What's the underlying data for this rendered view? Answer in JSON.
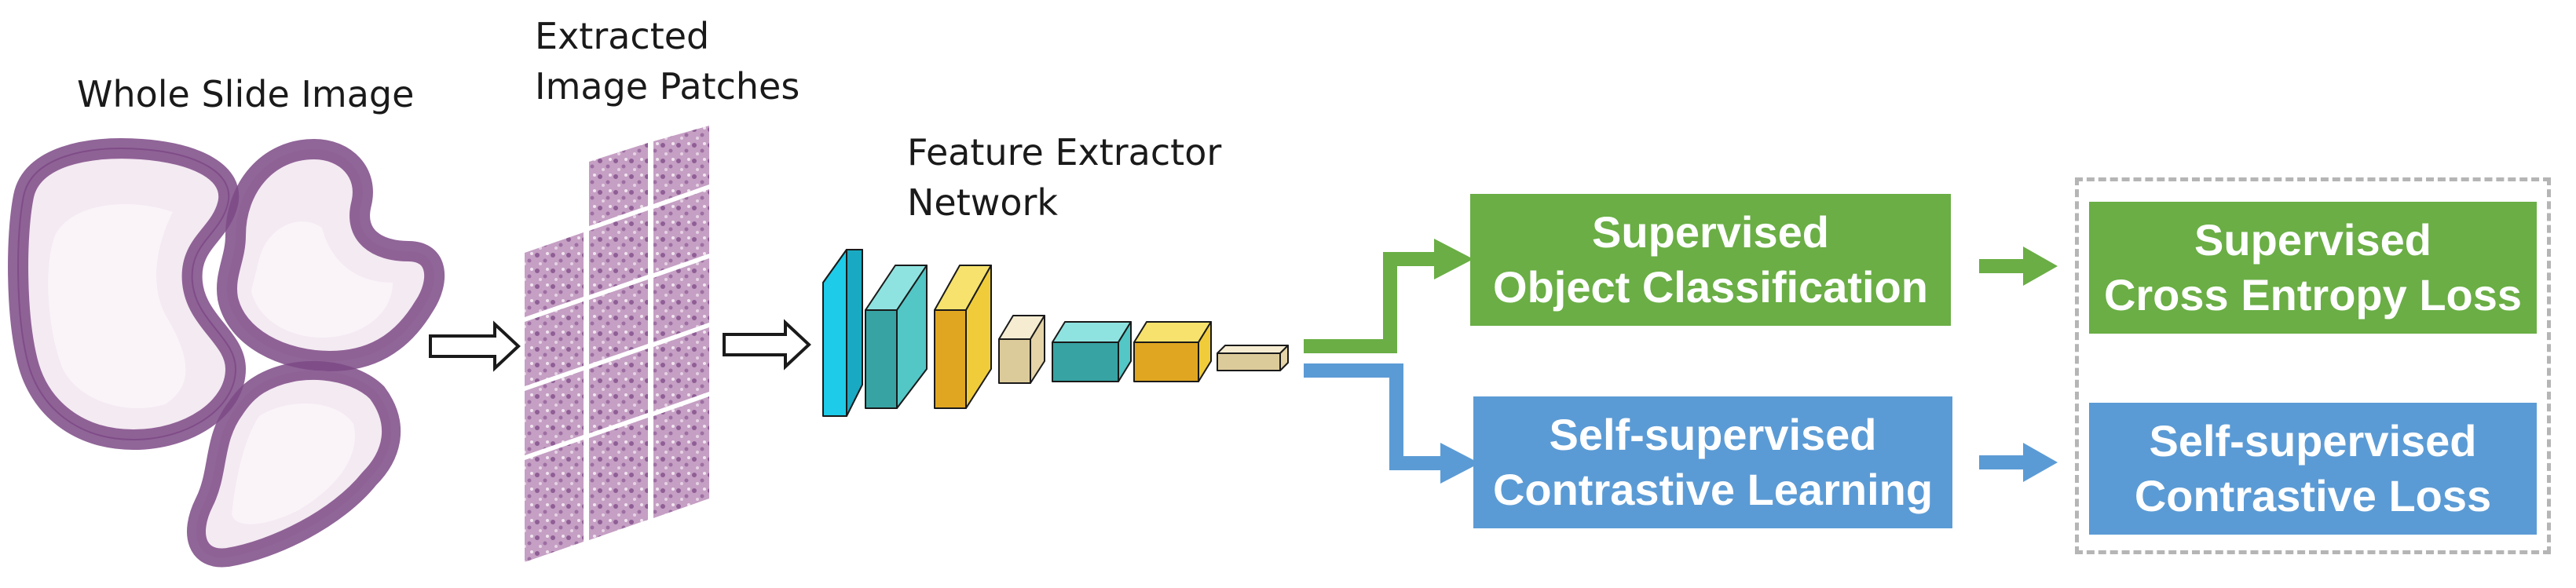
{
  "labels": {
    "wsi": "Whole Slide Image",
    "patches_line1": "Extracted",
    "patches_line2": "Image Patches",
    "fe_line1": "Feature Extractor",
    "fe_line2": "Network"
  },
  "tasks": {
    "supervised": {
      "line1": "Supervised",
      "line2": "Object Classification"
    },
    "selfsup": {
      "line1": "Self-supervised",
      "line2": "Contrastive Learning"
    }
  },
  "losses": {
    "supervised": {
      "line1": "Supervised",
      "line2": "Cross Entropy Loss"
    },
    "selfsup": {
      "line1": "Self-supervised",
      "line2": "Contrastive Loss"
    }
  },
  "colors": {
    "green": "#6aae45",
    "blue": "#5b9bd5",
    "stain_dark": "#7d4a86",
    "stain_light": "#d9bcd6",
    "dashed_border": "#b5b5b5"
  }
}
